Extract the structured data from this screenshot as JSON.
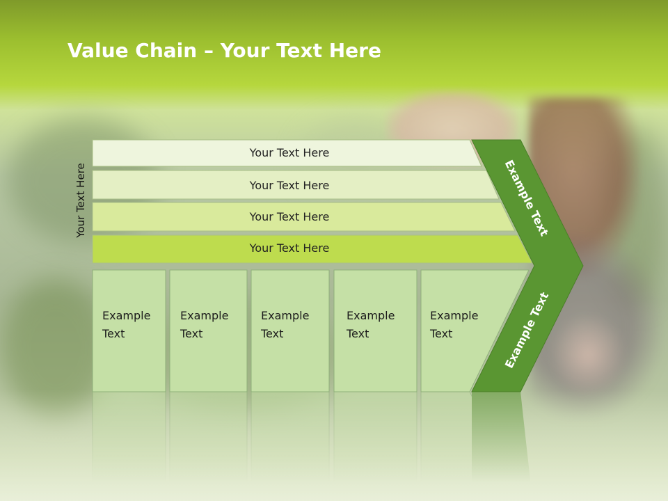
{
  "title": {
    "bold": "Value Chain",
    "rest": " – Your Text Here"
  },
  "side_label": "Your Text Here",
  "bars": [
    {
      "label": "Your Text Here",
      "fill": "#eef5dd"
    },
    {
      "label": "Your Text Here",
      "fill": "#e4efc4"
    },
    {
      "label": "Your Text Here",
      "fill": "#d9ea9c"
    },
    {
      "label": "Your Text Here",
      "fill": "#bedc4e"
    }
  ],
  "boxes": [
    {
      "line1": "Example",
      "line2": "Text"
    },
    {
      "line1": "Example",
      "line2": "Text"
    },
    {
      "line1": "Example",
      "line2": "Text"
    },
    {
      "line1": "Example",
      "line2": "Text"
    },
    {
      "line1": "Example",
      "line2": "Text"
    }
  ],
  "chevron": {
    "upper": "Example Text",
    "lower": "Example Text",
    "fill": "#5a9632"
  },
  "colors": {
    "box_fill": "#c5e0a6",
    "box_stroke": "#8fb07a"
  }
}
